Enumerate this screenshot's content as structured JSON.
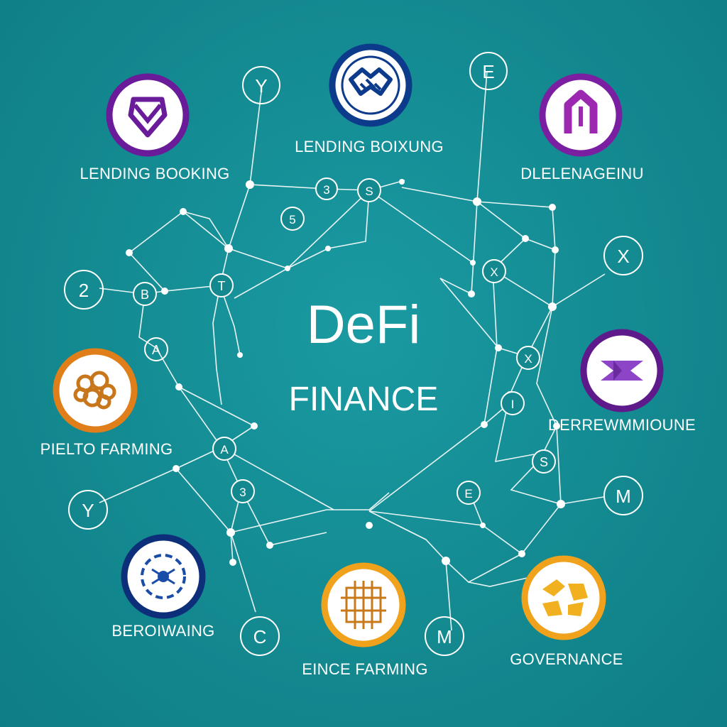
{
  "colors": {
    "background": "#13888f",
    "line": "#ffffff",
    "purple": "#6a1b9a",
    "navy": "#0d3b8c",
    "orange": "#e07f1a",
    "gold": "#f0a21c"
  },
  "title": {
    "main": "DeFi",
    "sub": "FINANCE"
  },
  "features": [
    {
      "label": "LENDING BOOKING",
      "icon": "purple-cube-icon",
      "color": "#6a1b9a"
    },
    {
      "label": "LENDING BOIXUNG",
      "icon": "handshake-icon",
      "color": "#0d3b8c"
    },
    {
      "label": "DLELENAGEINU",
      "icon": "purple-n-icon",
      "color": "#6a1b9a"
    },
    {
      "label": "PIELTO FARMING",
      "icon": "pretzel-icon",
      "color": "#e07f1a"
    },
    {
      "label": "DERREWMMIOUNE",
      "icon": "hourglass-icon",
      "color": "#6a1b9a"
    },
    {
      "label": "BEROIWAING",
      "icon": "network-ring-icon",
      "color": "#0d3b8c"
    },
    {
      "label": "EINCE FARMING",
      "icon": "circuit-icon",
      "color": "#f0a21c"
    },
    {
      "label": "GOVERNANCE",
      "icon": "hexagon-icon",
      "color": "#f0a21c"
    }
  ],
  "letters": [
    "Y",
    "E",
    "X",
    "2",
    "A",
    "M",
    "Y",
    "C",
    "M",
    "B",
    "T",
    "3",
    "S",
    "5",
    "X",
    "X",
    "I",
    "S",
    "A",
    "3",
    "E"
  ]
}
